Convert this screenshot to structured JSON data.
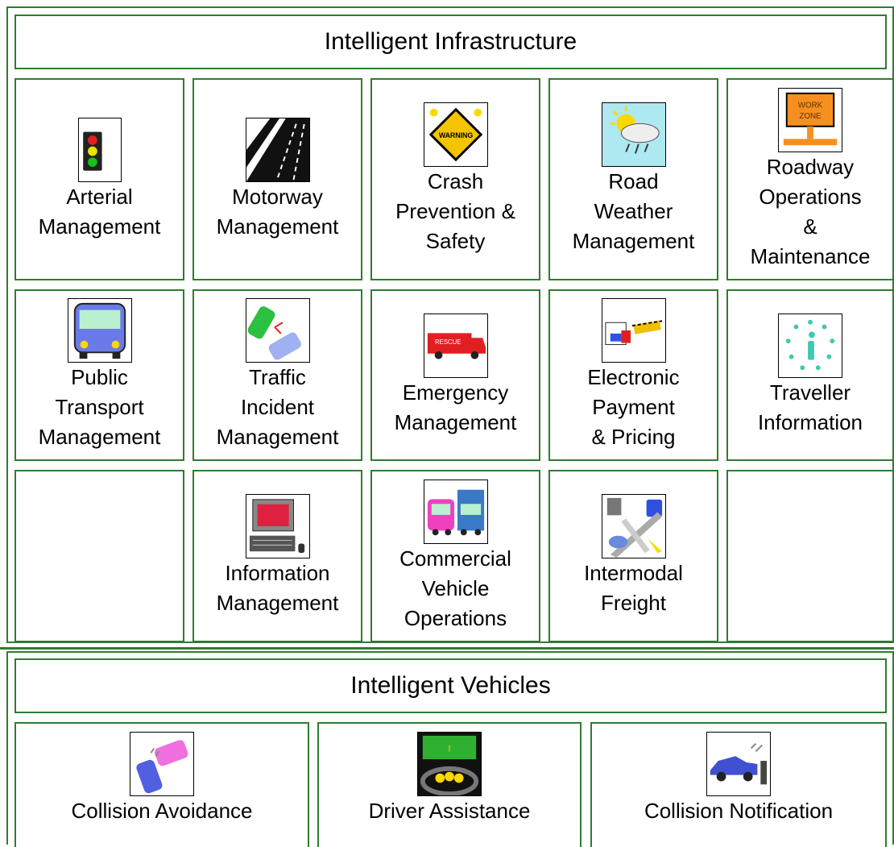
{
  "sections": {
    "infrastructure": {
      "title": "Intelligent Infrastructure",
      "cells": [
        {
          "icon": "traffic-light-icon",
          "lines": [
            "Arterial",
            "Management"
          ]
        },
        {
          "icon": "motorway-icon",
          "lines": [
            "Motorway",
            "Management"
          ]
        },
        {
          "icon": "warning-sign-icon",
          "lines": [
            "Crash",
            "Prevention &",
            "Safety"
          ]
        },
        {
          "icon": "weather-icon",
          "lines": [
            "Road",
            "Weather",
            "Management"
          ]
        },
        {
          "icon": "work-zone-sign-icon",
          "lines": [
            "Roadway",
            "Operations",
            "&",
            "Maintenance"
          ]
        },
        {
          "icon": "bus-icon",
          "lines": [
            "Public",
            "Transport",
            "Management"
          ]
        },
        {
          "icon": "car-crash-icon",
          "lines": [
            "Traffic",
            "Incident",
            "Management"
          ]
        },
        {
          "icon": "rescue-truck-icon",
          "lines": [
            "Emergency",
            "Management"
          ]
        },
        {
          "icon": "toll-booth-icon",
          "lines": [
            "Electronic",
            "Payment",
            "& Pricing"
          ]
        },
        {
          "icon": "info-icon",
          "lines": [
            "Traveller",
            "Information"
          ]
        },
        {
          "icon": "",
          "lines": []
        },
        {
          "icon": "computer-icon",
          "lines": [
            "Information",
            "Management"
          ]
        },
        {
          "icon": "commercial-vehicles-icon",
          "lines": [
            "Commercial",
            "Vehicle",
            "Operations"
          ]
        },
        {
          "icon": "intermodal-icon",
          "lines": [
            "Intermodal",
            "Freight"
          ]
        },
        {
          "icon": "",
          "lines": []
        }
      ]
    },
    "vehicles": {
      "title": "Intelligent Vehicles",
      "cells": [
        {
          "icon": "collision-cars-icon",
          "lines": [
            "Collision Avoidance"
          ]
        },
        {
          "icon": "dashboard-icon",
          "lines": [
            "Driver Assistance"
          ]
        },
        {
          "icon": "car-signal-icon",
          "lines": [
            "Collision Notification"
          ]
        }
      ]
    }
  },
  "colors": {
    "border": "#2e7d2e"
  }
}
